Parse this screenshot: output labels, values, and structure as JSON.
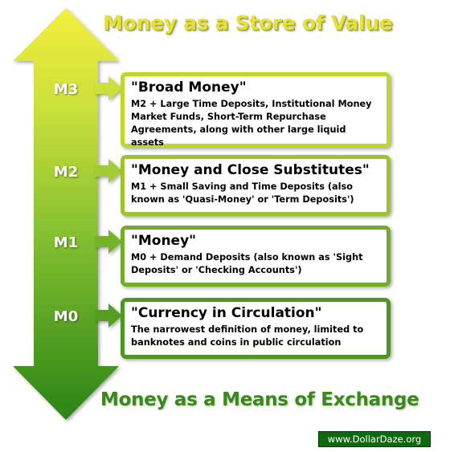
{
  "titles": {
    "top": "Money as a Store of Value",
    "bottom": "Money as a Means of Exchange"
  },
  "levels": [
    {
      "label": "M3",
      "heading": "\"Broad Money\"",
      "description": "M2 + Large Time Deposits, Institutional Money Market Funds, Short-Term Repurchase Agreements, along with other large liquid assets",
      "border_color": "#c2d62a"
    },
    {
      "label": "M2",
      "heading": "\"Money and Close Substitutes\"",
      "description": "M1 + Small Saving and Time Deposits (also known as 'Quasi-Money' or 'Term Deposits')",
      "border_color": "#9ec42c"
    },
    {
      "label": "M1",
      "heading": "\"Money\"",
      "description": "M0 + Demand Deposits (also known as 'Sight Deposits' or 'Checking Accounts')",
      "border_color": "#72ad28"
    },
    {
      "label": "M0",
      "heading": "\"Currency in Circulation\"",
      "description": "The narrowest definition of money, limited to banknotes and coins in public circulation",
      "border_color": "#4e9620"
    }
  ],
  "watermark": "www.DollarDaze.org",
  "colors": {
    "arrow_top": "#f2ee3a",
    "arrow_mid": "#8cc63a",
    "arrow_bottom": "#2f8a1a"
  }
}
